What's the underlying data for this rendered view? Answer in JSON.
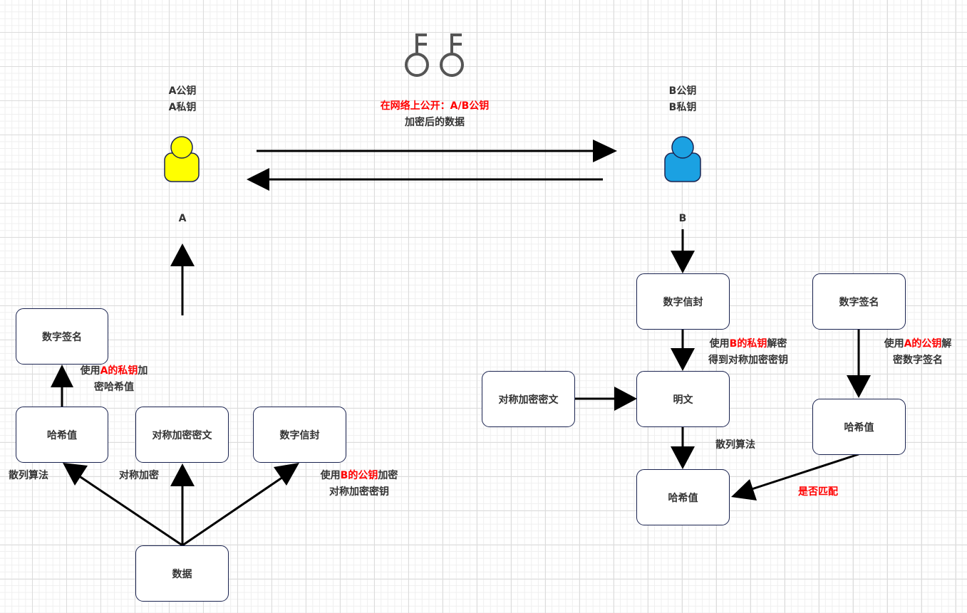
{
  "top": {
    "keys_icon": "keys-icon",
    "network_line1_red": "在网络上公开：A/B公钥",
    "network_line2": "加密后的数据"
  },
  "colors": {
    "accent_red": "#ff0000",
    "person_a": "#ffff00",
    "person_b": "#1ba1e2",
    "box_border": "#1a2350",
    "arrow": "#000000"
  },
  "party_a": {
    "keys_line1": "A公钥",
    "keys_line2": "A私钥",
    "name": "A",
    "icon": "user-icon"
  },
  "party_b": {
    "keys_line1": "B公钥",
    "keys_line2": "B私钥",
    "name": "B",
    "icon": "user-icon"
  },
  "sender_flow": {
    "boxes": {
      "signature": "数字签名",
      "hash": "哈希值",
      "ciphertext": "对称加密密文",
      "envelope": "数字信封",
      "data": "数据"
    },
    "labels": {
      "sign_prefix": "使用",
      "sign_red": "A的私钥",
      "sign_suffix": "加",
      "sign_line2": "密哈希值",
      "hash_algo": "散列算法",
      "sym_encrypt": "对称加密",
      "env_prefix": "使用",
      "env_red": "B的公钥",
      "env_suffix": "加密",
      "env_line2": "对称加密密钥"
    }
  },
  "receiver_flow": {
    "boxes": {
      "envelope": "数字信封",
      "signature": "数字签名",
      "ciphertext": "对称加密密文",
      "plaintext": "明文",
      "hash_right": "哈希值",
      "hash_result": "哈希值"
    },
    "labels": {
      "dec_prefix": "使用",
      "dec_red": "B的私钥",
      "dec_suffix": "解密",
      "dec_line2": "得到对称加密密钥",
      "sig_prefix": "使用",
      "sig_red": "A的公钥",
      "sig_suffix": "解",
      "sig_line2": "密数字签名",
      "hash_algo": "散列算法",
      "match": "是否匹配"
    }
  }
}
